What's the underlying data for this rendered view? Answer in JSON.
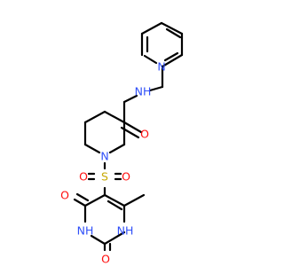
{
  "colors": {
    "carbon_bond": "#000000",
    "nitrogen": "#3050F8",
    "oxygen": "#FF0D0D",
    "sulfur": "#C8A800"
  },
  "atoms": [
    {
      "id": "n_pyridine",
      "text": "N",
      "element": "nitrogen"
    },
    {
      "id": "n_amide",
      "text": "NH",
      "element": "nitrogen"
    },
    {
      "id": "o_amide",
      "text": "O",
      "element": "oxygen"
    },
    {
      "id": "n_piperidine",
      "text": "N",
      "element": "nitrogen"
    },
    {
      "id": "s_sulfonyl",
      "text": "S",
      "element": "sulfur"
    },
    {
      "id": "o_sulfonyl_1",
      "text": "O",
      "element": "oxygen"
    },
    {
      "id": "o_sulfonyl_2",
      "text": "O",
      "element": "oxygen"
    },
    {
      "id": "o_ring_1",
      "text": "O",
      "element": "oxygen"
    },
    {
      "id": "nh_ring_1",
      "text": "NH",
      "element": "nitrogen"
    },
    {
      "id": "nh_ring_2",
      "text": "NH",
      "element": "nitrogen"
    },
    {
      "id": "o_ring_2",
      "text": "O",
      "element": "oxygen"
    }
  ]
}
